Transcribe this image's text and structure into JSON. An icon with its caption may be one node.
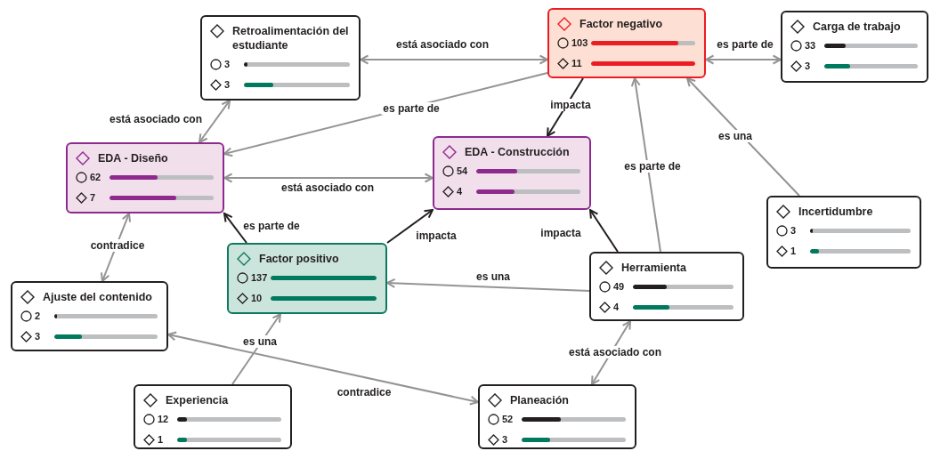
{
  "diagram": {
    "nodes": [
      {
        "text": [
          "Retroalimentación del estudiante",
          "3",
          "3"
        ]
      },
      {
        "text": [
          "Factor negativo",
          "103",
          "11"
        ]
      },
      {
        "text": [
          "Carga de trabajo",
          "33",
          "3"
        ]
      },
      {
        "text": [
          "EDA - Diseño",
          "62",
          "7"
        ]
      },
      {
        "text": [
          "EDA - Construcción",
          "54",
          "4"
        ]
      },
      {
        "text": [
          "Incertidumbre",
          "3",
          "1"
        ]
      },
      {
        "text": [
          "Factor positivo",
          "137",
          "10"
        ]
      },
      {
        "text": [
          "Ajuste del contenido",
          "2",
          "3"
        ]
      },
      {
        "text": [
          "Herramienta",
          "49",
          "4"
        ]
      },
      {
        "text": [
          "Experiencia",
          "12",
          "1"
        ]
      },
      {
        "text": [
          "Planeación",
          "52",
          "3"
        ]
      }
    ],
    "edges": [
      {
        "from": 0,
        "to": 1,
        "arrow": "both",
        "label": "está asociado con"
      },
      {
        "from": 1,
        "to": 3,
        "arrow": "to",
        "label": "es parte de"
      },
      {
        "from": 1,
        "to": 2,
        "arrow": "both",
        "label": "es parte de"
      },
      {
        "from": 0,
        "to": 3,
        "arrow": "both",
        "label": "está asociado con"
      },
      {
        "from": 1,
        "to": 4,
        "arrow": "to",
        "label": "impacta",
        "color": "#231f20"
      },
      {
        "from": 3,
        "to": 4,
        "arrow": "both",
        "label": "está asociado con"
      },
      {
        "from": 6,
        "to": 3,
        "arrow": "to",
        "label": "es parte de",
        "color": "#231f20"
      },
      {
        "from": 6,
        "to": 4,
        "arrow": "to",
        "label": "impacta",
        "color": "#231f20"
      },
      {
        "from": 8,
        "to": 4,
        "arrow": "to",
        "label": "impacta",
        "color": "#231f20"
      },
      {
        "from": 8,
        "to": 1,
        "arrow": "to",
        "label": "es parte de"
      },
      {
        "from": 5,
        "to": 1,
        "arrow": "to",
        "label": "es una"
      },
      {
        "from": 3,
        "to": 7,
        "arrow": "both",
        "label": "contradice"
      },
      {
        "from": 8,
        "to": 6,
        "arrow": "to",
        "label": "es una"
      },
      {
        "from": 10,
        "to": 8,
        "arrow": "both",
        "label": "está asociado con"
      },
      {
        "from": 9,
        "to": 6,
        "arrow": "to",
        "label": "es una"
      },
      {
        "from": 10,
        "to": 7,
        "arrow": "both",
        "label": "contradice"
      }
    ]
  }
}
